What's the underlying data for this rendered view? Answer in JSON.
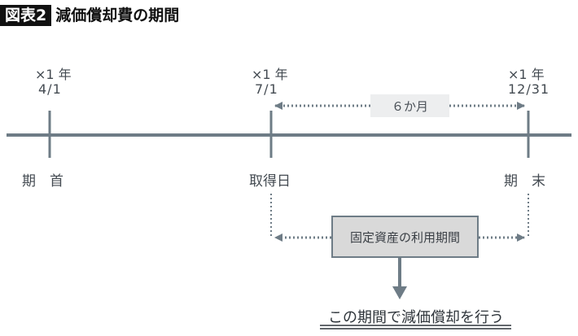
{
  "header": {
    "figure_label": "図表2",
    "title": "減価償却費の期間"
  },
  "timeline": {
    "points": [
      {
        "year": "×1 年",
        "date": "4/1",
        "label": "期　首"
      },
      {
        "year": "×1 年",
        "date": "7/1",
        "label": "取得日"
      },
      {
        "year": "×1 年",
        "date": "12/31",
        "label": "期　末"
      }
    ],
    "period_label": "６か月"
  },
  "box_label": "固定資産の利用期間",
  "conclusion": "この期間で減価償却を行う",
  "colors": {
    "line": "#6e7c86",
    "box_fill": "#d9d9d9",
    "label_fill": "#edeeef"
  }
}
